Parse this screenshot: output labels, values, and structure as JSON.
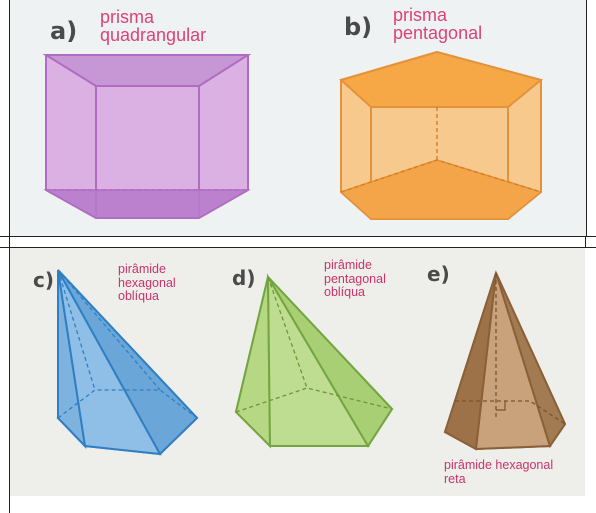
{
  "items": {
    "a": {
      "letter": "a)",
      "line1": "prisma",
      "line2": "quadrangular",
      "fill": "#d7a6e0",
      "stroke": "#b06cc0"
    },
    "b": {
      "letter": "b)",
      "line1": "prisma",
      "line2": "pentagonal",
      "fill": "#f6b35a",
      "stroke": "#e2923a"
    },
    "c": {
      "letter": "c)",
      "line1": "pirâmide",
      "line2": "hexagonal",
      "line3": "oblíqua",
      "fill": "#8fc0e6",
      "stroke": "#2f7fc4"
    },
    "d": {
      "letter": "d)",
      "line1": "pirâmide",
      "line2": "pentagonal",
      "line3": "oblíqua",
      "fill": "#bfdc8f",
      "stroke": "#73a540"
    },
    "e": {
      "letter": "e)",
      "line1": "pirâmide hexagonal",
      "line2": "reta",
      "fill": "#c9a17a",
      "stroke": "#8a6038"
    }
  }
}
